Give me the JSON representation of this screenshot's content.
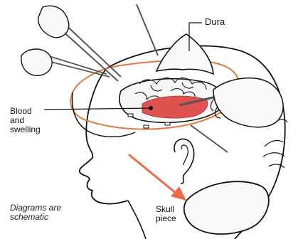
{
  "labels": {
    "dura": "Dura",
    "blood": "Blood\nand\nswelling",
    "skull": "Skull\npiece",
    "note": "Diagrams are\nschematic"
  },
  "colors": {
    "line": "#111111",
    "scalp_incision": "#e07a3c",
    "blood": "#e0524f",
    "arrow": "#ec6a45",
    "tools": "#555555",
    "background": "#ffffff"
  }
}
